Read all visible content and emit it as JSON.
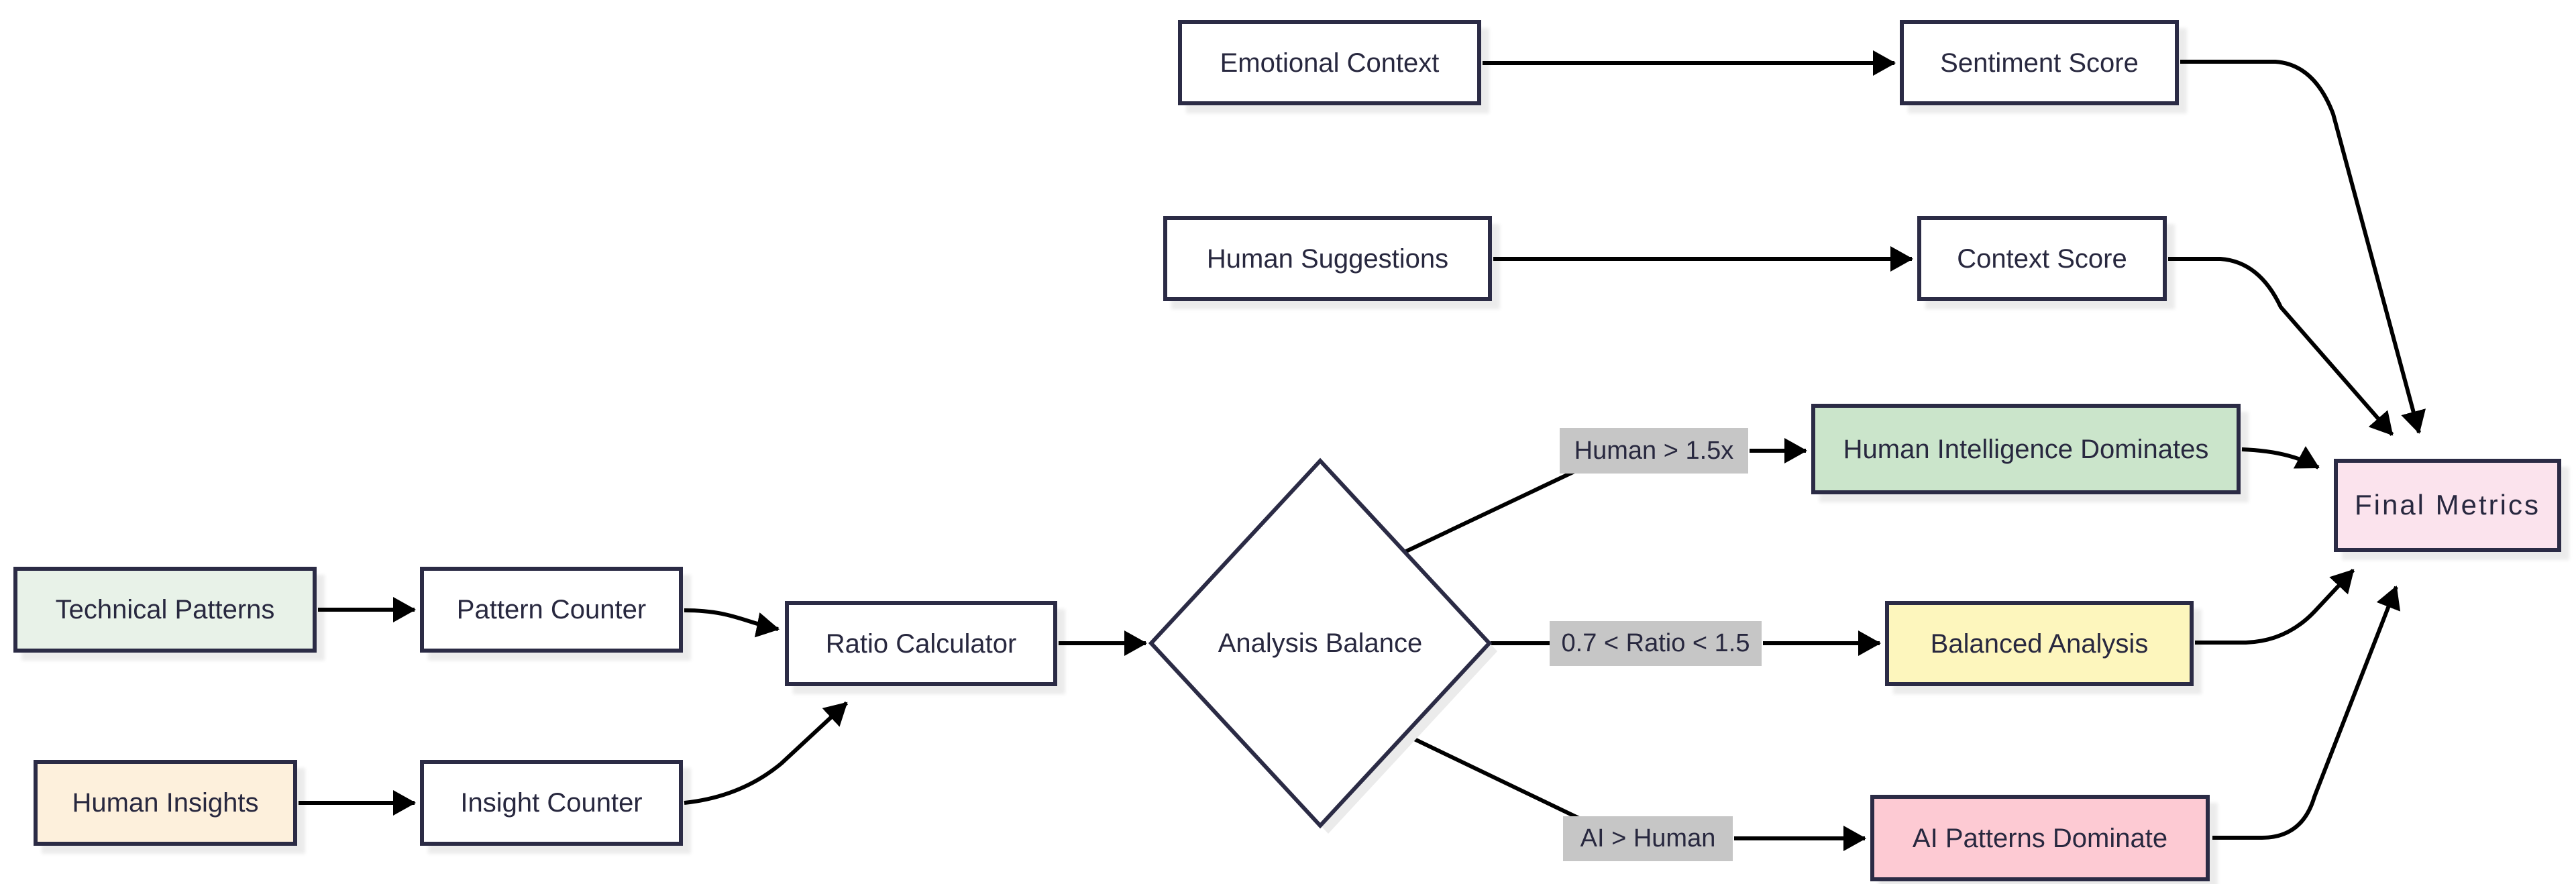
{
  "diagram_type": "flowchart",
  "colors": {
    "background": "#ffffff",
    "node_border": "#2b2b45",
    "node_text": "#28283f",
    "edge_line": "#000000",
    "edge_label_bg": "#c6c6c6",
    "fills": {
      "default": "#ffffff",
      "technical_patterns": "#e8f2e8",
      "human_insights": "#fdf0dc",
      "human_intelligence_dominates": "#cbe5cb",
      "balanced_analysis": "#fdf6bd",
      "ai_patterns_dominate": "#fdcad3",
      "final_metrics": "#fbe3ed"
    }
  },
  "nodes": {
    "emotional_context": {
      "label": "Emotional Context"
    },
    "sentiment_score": {
      "label": "Sentiment Score"
    },
    "human_suggestions": {
      "label": "Human Suggestions"
    },
    "context_score": {
      "label": "Context Score"
    },
    "technical_patterns": {
      "label": "Technical Patterns"
    },
    "pattern_counter": {
      "label": "Pattern Counter"
    },
    "human_insights": {
      "label": "Human Insights"
    },
    "insight_counter": {
      "label": "Insight Counter"
    },
    "ratio_calculator": {
      "label": "Ratio Calculator"
    },
    "analysis_balance": {
      "label": "Analysis Balance"
    },
    "human_intelligence_dominates": {
      "label": "Human Intelligence Dominates"
    },
    "balanced_analysis": {
      "label": "Balanced Analysis"
    },
    "ai_patterns_dominate": {
      "label": "AI Patterns Dominate"
    },
    "final_metrics": {
      "label": "Final Metrics"
    }
  },
  "edge_labels": {
    "human_gt": "Human > 1.5x",
    "ratio_between": "0.7 < Ratio < 1.5",
    "ai_gt": "AI > Human"
  },
  "edges": [
    {
      "from": "Emotional Context",
      "to": "Sentiment Score"
    },
    {
      "from": "Human Suggestions",
      "to": "Context Score"
    },
    {
      "from": "Technical Patterns",
      "to": "Pattern Counter"
    },
    {
      "from": "Human Insights",
      "to": "Insight Counter"
    },
    {
      "from": "Pattern Counter",
      "to": "Ratio Calculator"
    },
    {
      "from": "Insight Counter",
      "to": "Ratio Calculator"
    },
    {
      "from": "Ratio Calculator",
      "to": "Analysis Balance"
    },
    {
      "from": "Analysis Balance",
      "to": "Human Intelligence Dominates",
      "label": "Human > 1.5x"
    },
    {
      "from": "Analysis Balance",
      "to": "Balanced Analysis",
      "label": "0.7 < Ratio < 1.5"
    },
    {
      "from": "Analysis Balance",
      "to": "AI Patterns Dominate",
      "label": "AI > Human"
    },
    {
      "from": "Sentiment Score",
      "to": "Final Metrics"
    },
    {
      "from": "Context Score",
      "to": "Final Metrics"
    },
    {
      "from": "Human Intelligence Dominates",
      "to": "Final Metrics"
    },
    {
      "from": "Balanced Analysis",
      "to": "Final Metrics"
    },
    {
      "from": "AI Patterns Dominate",
      "to": "Final Metrics"
    }
  ]
}
